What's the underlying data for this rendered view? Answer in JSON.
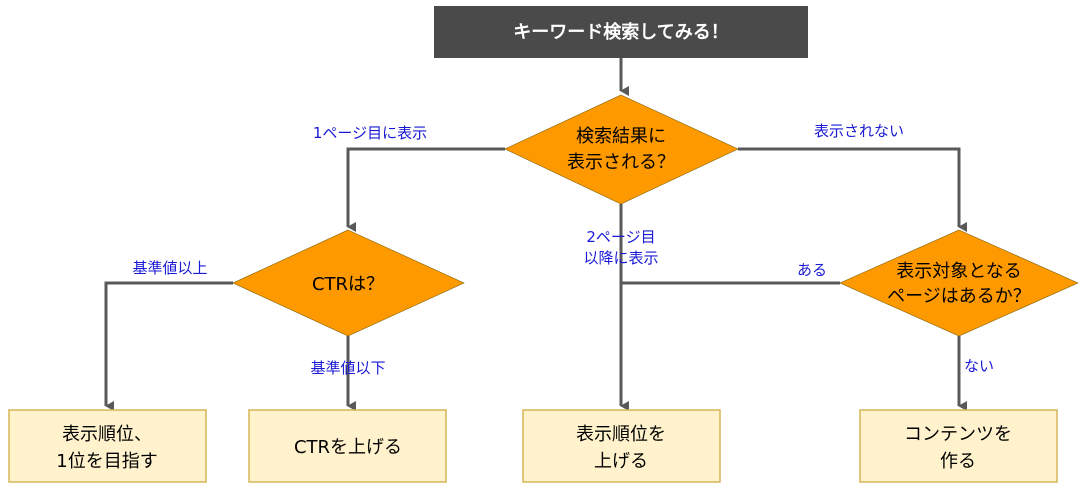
{
  "colors": {
    "title_bg": "#4a4a4a",
    "decision_fill": "#ff9900",
    "result_fill": "#fff2cc",
    "result_stroke": "#d6b656",
    "line": "#595959",
    "label": "#1a1ad6"
  },
  "title": "キーワード検索してみる！",
  "decisions": {
    "search_result": [
      "検索結果に",
      "表示される？"
    ],
    "ctr": [
      "CTRは？"
    ],
    "target_page": [
      "表示対象となる",
      "ページはあるか？"
    ]
  },
  "results": {
    "rank1": [
      "表示順位、",
      "1位を目指す"
    ],
    "raise_ctr": [
      "CTRを上げる"
    ],
    "raise_rank": [
      "表示順位を",
      "上げる"
    ],
    "make_content": [
      "コンテンツを",
      "作る"
    ]
  },
  "edge_labels": {
    "page1": "1ページ目に表示",
    "not_shown": "表示されない",
    "page2": [
      "2ページ目",
      "以降に表示"
    ],
    "above": "基準値以上",
    "below": "基準値以下",
    "yes": "ある",
    "no": "ない"
  }
}
